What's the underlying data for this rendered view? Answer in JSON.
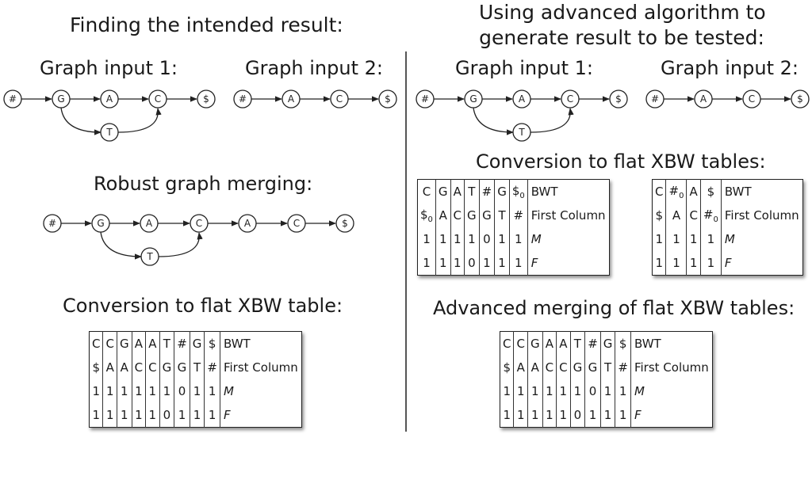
{
  "left": {
    "title": "Finding the intended result:",
    "graph1_label": "Graph input 1:",
    "graph2_label": "Graph input 2:",
    "merge_label": "Robust graph merging:",
    "conversion_label": "Conversion to flat XBW table:",
    "table": {
      "rows": [
        {
          "cells": [
            "C",
            "C",
            "G",
            "A",
            "A",
            "T",
            "#",
            "G",
            "$"
          ],
          "label": "BWT",
          "italic": false
        },
        {
          "cells": [
            "$",
            "A",
            "A",
            "C",
            "C",
            "G",
            "G",
            "T",
            "#"
          ],
          "label": "First Column",
          "italic": false
        },
        {
          "cells": [
            "1",
            "1",
            "1",
            "1",
            "1",
            "1",
            "0",
            "1",
            "1"
          ],
          "label": "M",
          "italic": true
        },
        {
          "cells": [
            "1",
            "1",
            "1",
            "1",
            "1",
            "0",
            "1",
            "1",
            "1"
          ],
          "label": "F",
          "italic": true
        }
      ]
    }
  },
  "right": {
    "title_line1": "Using advanced algorithm to",
    "title_line2": "generate result to be tested:",
    "graph1_label": "Graph input 1:",
    "graph2_label": "Graph input 2:",
    "conversion_label": "Conversion to flat XBW tables:",
    "table1": {
      "rows": [
        {
          "cells": [
            "C",
            "G",
            "A",
            "T",
            "#",
            "G",
            "$|0"
          ],
          "label": "BWT",
          "italic": false
        },
        {
          "cells": [
            "$|0",
            "A",
            "C",
            "G",
            "G",
            "T",
            "#"
          ],
          "label": "First Column",
          "italic": false
        },
        {
          "cells": [
            "1",
            "1",
            "1",
            "1",
            "0",
            "1",
            "1"
          ],
          "label": "M",
          "italic": true
        },
        {
          "cells": [
            "1",
            "1",
            "1",
            "0",
            "1",
            "1",
            "1"
          ],
          "label": "F",
          "italic": true
        }
      ]
    },
    "table2": {
      "rows": [
        {
          "cells": [
            "C",
            "#|0",
            "A",
            "$"
          ],
          "label": "BWT",
          "italic": false
        },
        {
          "cells": [
            "$",
            "A",
            "C",
            "#|0"
          ],
          "label": "First Column",
          "italic": false
        },
        {
          "cells": [
            "1",
            "1",
            "1",
            "1"
          ],
          "label": "M",
          "italic": true
        },
        {
          "cells": [
            "1",
            "1",
            "1",
            "1"
          ],
          "label": "F",
          "italic": true
        }
      ]
    },
    "merge_label": "Advanced merging of flat XBW tables:",
    "merged_table": {
      "rows": [
        {
          "cells": [
            "C",
            "C",
            "G",
            "A",
            "A",
            "T",
            "#",
            "G",
            "$"
          ],
          "label": "BWT",
          "italic": false
        },
        {
          "cells": [
            "$",
            "A",
            "A",
            "C",
            "C",
            "G",
            "G",
            "T",
            "#"
          ],
          "label": "First Column",
          "italic": false
        },
        {
          "cells": [
            "1",
            "1",
            "1",
            "1",
            "1",
            "1",
            "0",
            "1",
            "1"
          ],
          "label": "M",
          "italic": true
        },
        {
          "cells": [
            "1",
            "1",
            "1",
            "1",
            "1",
            "0",
            "1",
            "1",
            "1"
          ],
          "label": "F",
          "italic": true
        }
      ]
    }
  },
  "graphs": {
    "input1_nodes": [
      "#",
      "G",
      "A",
      "C",
      "$"
    ],
    "input1_branch": "T",
    "input2_nodes": [
      "#",
      "A",
      "C",
      "$"
    ],
    "merged_nodes": [
      "#",
      "G",
      "A",
      "C",
      "A",
      "C",
      "$"
    ],
    "merged_branch": "T"
  }
}
